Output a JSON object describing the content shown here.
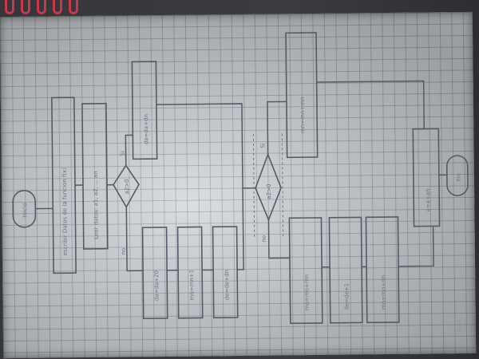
{
  "diagram": {
    "start_label": "Inicio",
    "end_label": "Fin",
    "input_1": "escribir Datos de la funcion f(x)",
    "input_2": "Leer datos: a1, a2, ... an",
    "condition_1": "a2>0",
    "condition_1_yes": "Si",
    "condition_1_no": "no",
    "yes_branch_step": "da=da+dn",
    "no_branch_step_1": "da=da+20",
    "no_branch_step_2": "mn=mn+1",
    "no_branch_step_3": "de=de+dn",
    "condition_2": "a2>0",
    "condition_2_yes": "Si",
    "condition_2_no": "no",
    "condition_2_yes_step": "mn=mn+mn",
    "condition_2_no_step_1": "mo=mo+mn",
    "condition_2_no_step_2": "de=de+1",
    "condition_2_no_step_3": "mn=mn+dn",
    "final_step": "a=a+an",
    "page_mark": "fiona"
  }
}
